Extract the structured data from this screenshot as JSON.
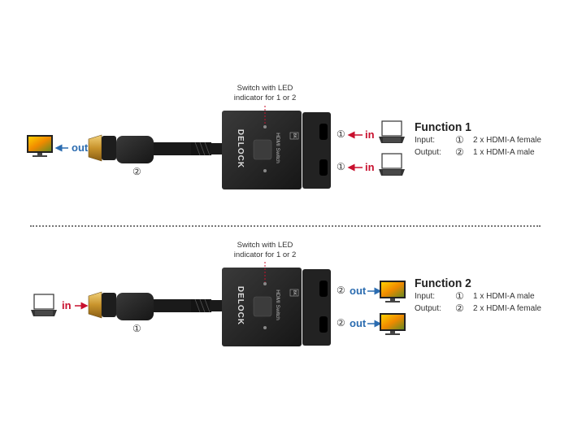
{
  "panel1": {
    "callout": [
      "Switch with LED",
      "indicator for 1 or 2"
    ],
    "device_brand": "DELOCK",
    "device_label": "HDMI Switch",
    "device_badge": "8K",
    "left_word": "out",
    "cable_number": "②",
    "port_numbers": [
      "①",
      "①"
    ],
    "port_words": [
      "in",
      "in"
    ],
    "function_title": "Function  1",
    "input_label": "Input:",
    "input_num": "①",
    "input_text": "2 x HDMI-A female",
    "output_label": "Output:",
    "output_num": "②",
    "output_text": "1 x HDMI-A male"
  },
  "panel2": {
    "callout": [
      "Switch with LED",
      "indicator for 1 or 2"
    ],
    "device_brand": "DELOCK",
    "device_label": "HDMI Switch",
    "device_badge": "8K",
    "left_word": "in",
    "cable_number": "①",
    "port_numbers": [
      "②",
      "②"
    ],
    "port_words": [
      "out",
      "out"
    ],
    "function_title": "Function  2",
    "input_label": "Input:",
    "input_num": "①",
    "input_text": "1 x HDMI-A male",
    "output_label": "Output:",
    "output_num": "②",
    "output_text": "2 x HDMI-A female"
  },
  "colors": {
    "arrow_red": "#c8102e",
    "arrow_blue": "#2b6cb0",
    "device_body": "#2a2a2a",
    "connector_gold": "#d4a33a"
  },
  "icons": [
    "monitor-icon",
    "laptop-icon"
  ]
}
